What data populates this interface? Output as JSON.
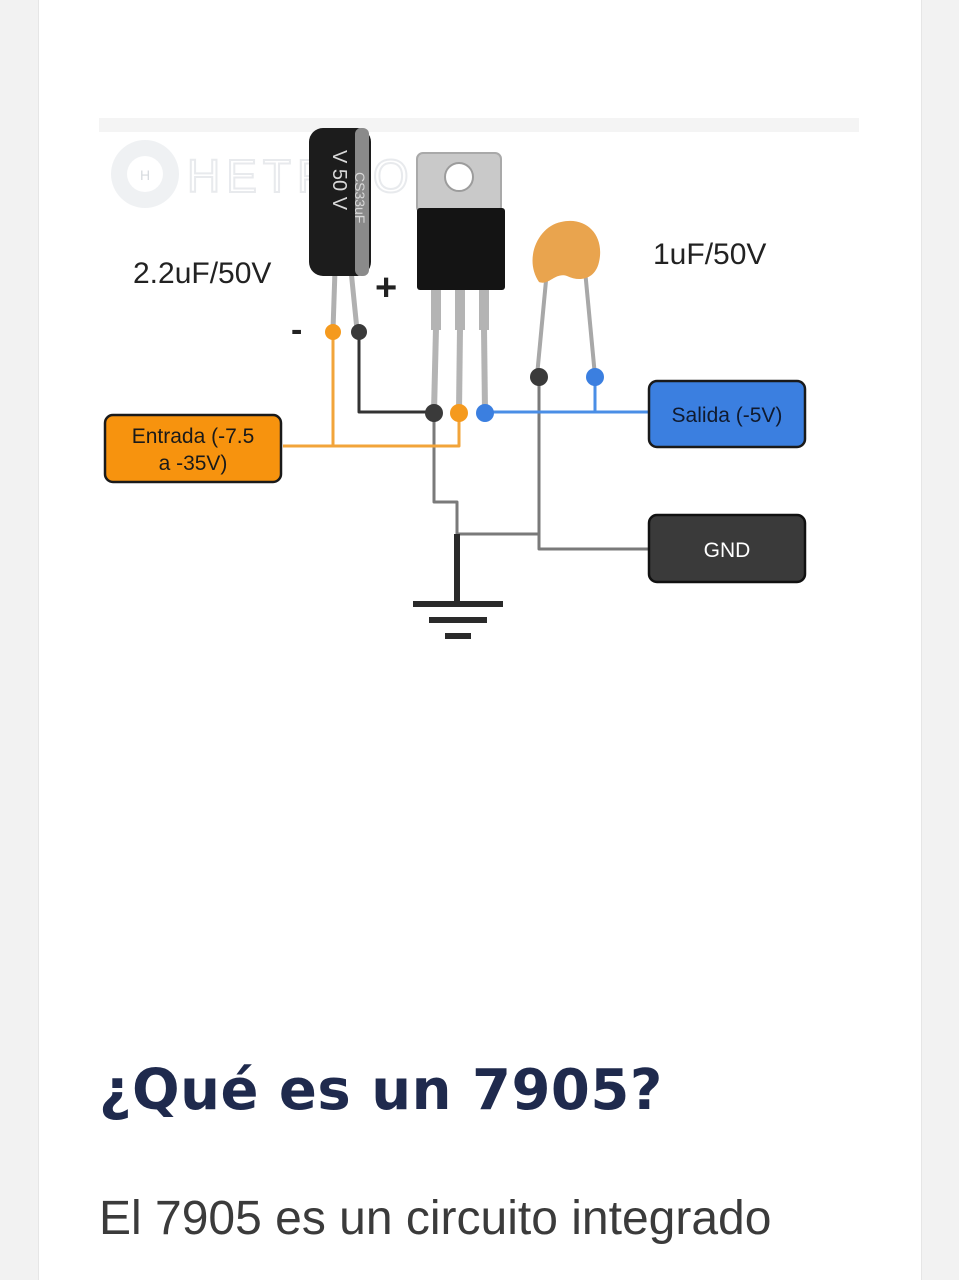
{
  "diagram": {
    "watermark": "HETPRO",
    "cap_left_label": "2.2uF/50V",
    "cap_right_label": "1uF/50V",
    "minus_sign": "-",
    "plus_sign": "+",
    "cap_body_text_1": "V 50 V",
    "cap_body_text_2": "CS33uF",
    "input_label_line1": "Entrada (-7.5",
    "input_label_line2": "a -35V)",
    "output_label": "Salida (-5V)",
    "gnd_label": "GND",
    "colors": {
      "input": "#f7930e",
      "output": "#3b7fe0",
      "gnd": "#3a3a3a",
      "wire_gray": "#7a7a7a",
      "wire_orange": "#f2a43a",
      "wire_blue": "#4a8ee6"
    }
  },
  "article": {
    "heading": "¿Qué es un 7905?",
    "paragraph": "El 7905 es un circuito integrado"
  }
}
